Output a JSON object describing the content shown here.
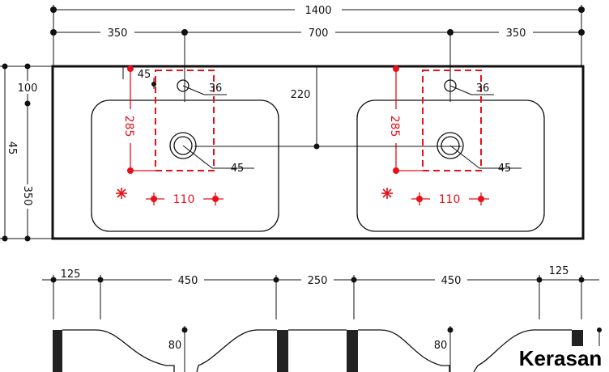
{
  "colors": {
    "line": "#111111",
    "accent_red": "#e8101a",
    "background": "#ffffff",
    "fill_dark": "#222222"
  },
  "top_dims": {
    "total": "1400",
    "side_left": "350",
    "center": "700",
    "side_right": "350"
  },
  "left_dims": {
    "top_offset": "100",
    "overall_depth": "45",
    "lower": "350"
  },
  "center_dim": "220",
  "basin_left": {
    "small_offset": "45",
    "tap_hole": "36",
    "waste_hole": "45",
    "depth_red": "285",
    "spacing_red": "110"
  },
  "basin_right": {
    "tap_hole": "36",
    "waste_hole": "45",
    "depth_red": "285",
    "spacing_red": "110"
  },
  "section_dims": {
    "edge_left": "125",
    "basin_left": "450",
    "middle": "250",
    "basin_right": "450",
    "edge_right": "125"
  },
  "section_depth_left": "80",
  "section_depth_right": "80",
  "brand": "Kerasan",
  "icons": [
    "asterisk-icon",
    "dot-marker-icon"
  ]
}
